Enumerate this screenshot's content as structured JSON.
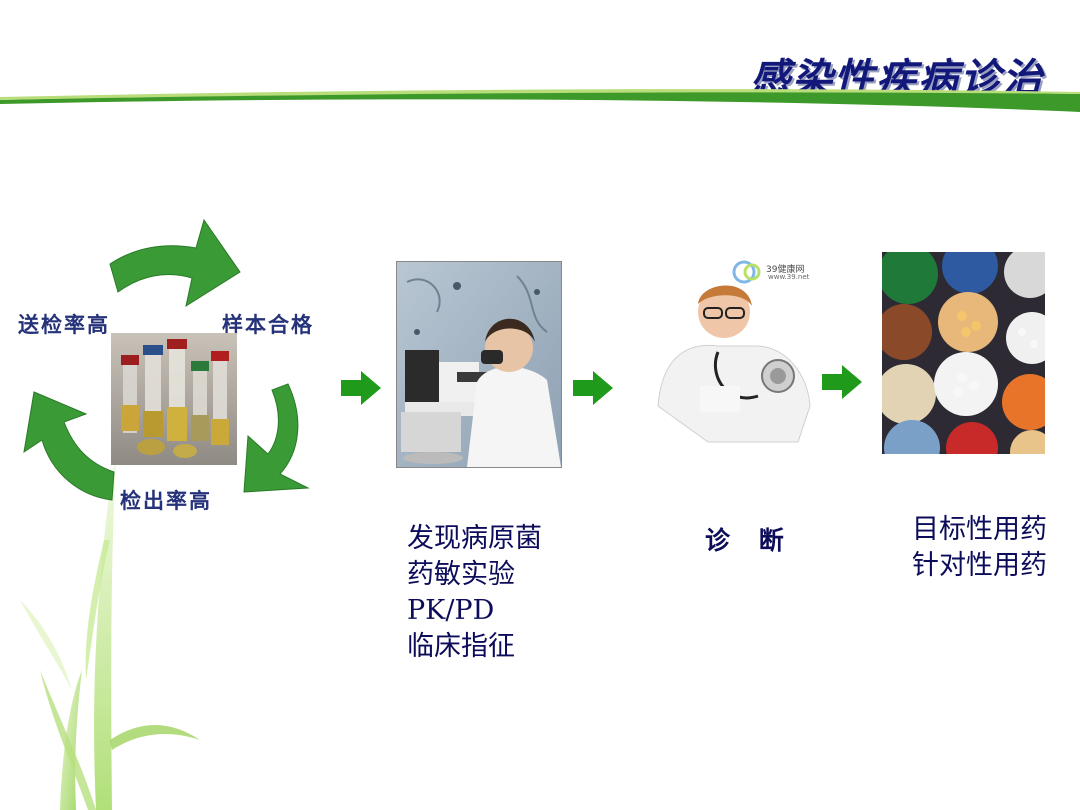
{
  "slide": {
    "title": "感染性疾病诊治"
  },
  "cycle": {
    "label_send_rate": "送检率高",
    "label_sample_ok": "样本合格",
    "label_detect_rate": "检出率高"
  },
  "captions": {
    "pathogen_lines": [
      "发现病原菌",
      "药敏实验",
      "PK/PD",
      "临床指征"
    ],
    "diagnosis": "诊 断",
    "drug_lines": [
      "目标性用药",
      "针对性用药"
    ]
  },
  "watermark": {
    "brand": "39健康网",
    "url": "www.39.net"
  },
  "colors": {
    "title": "#12177a",
    "accent_green": "#3d9a2a",
    "arrow_green": "#1f9a1a",
    "caption": "#0c0c5a"
  }
}
